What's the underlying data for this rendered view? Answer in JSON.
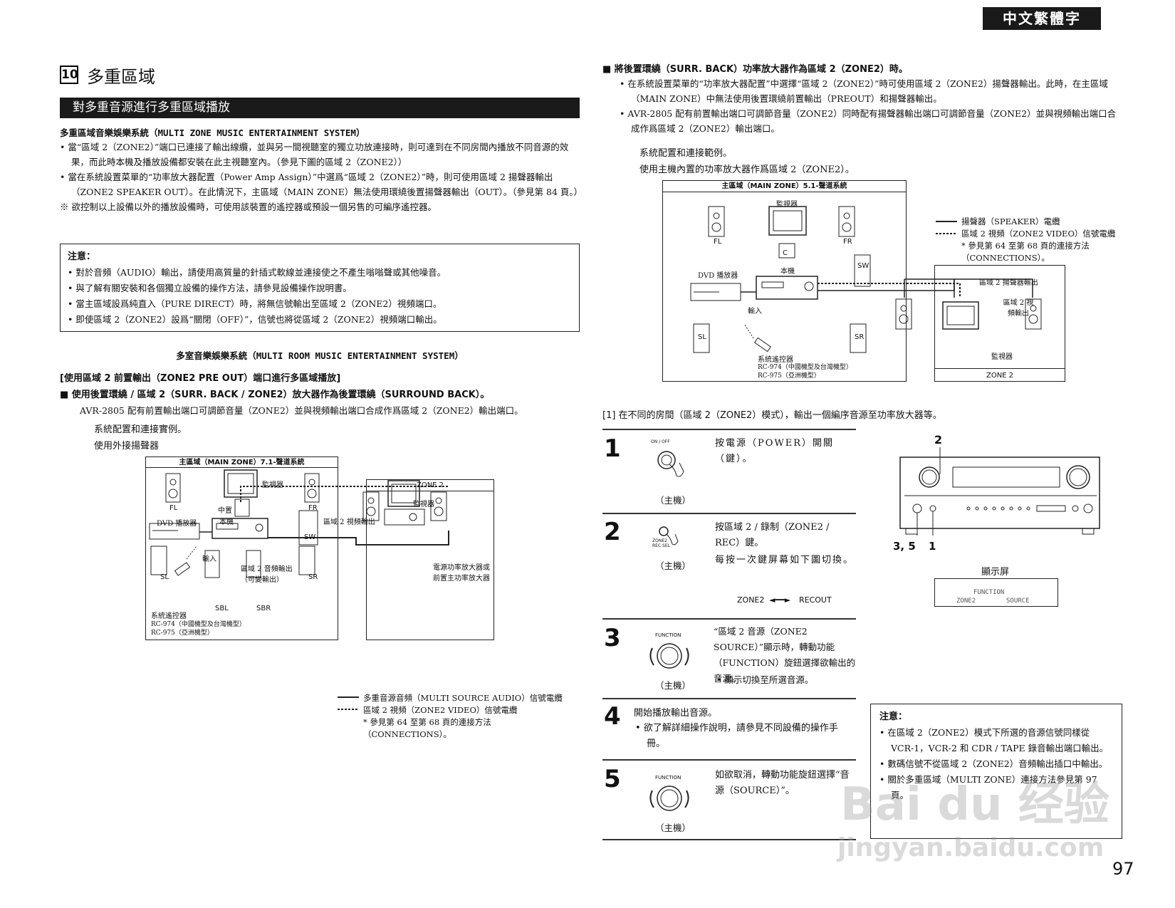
{
  "lang_tag": "中文繁體字",
  "page_number": "97",
  "section": {
    "number": "10",
    "title": "多重區域"
  },
  "bar_title": "對多重音源進行多重區域播放",
  "left": {
    "heading1": "多重區域音樂娛樂系統（MULTI ZONE MUSIC ENTERTAINMENT SYSTEM）",
    "bullets": [
      "當“區域 2（ZONE2）”端口已連接了輸出線纜，並與另一間視聽室的獨立功放連接時，則可達到在不同房間內播放不同音源的效果，而此時本機及播放設備都安裝在此主視聽室內。（參見下圖的區域 2（ZONE2））",
      "當在系統設置菜單的“功率放大器配置（Power Amp Assign）”中選爲“區域 2（ZONE2）”時，則可使用區域 2 揚聲器輸出（ZONE2 SPEAKER OUT）。在此情況下，主區域（MAIN ZONE）無法使用環繞後置揚聲器輸出（OUT）。（參見第 84 頁。）"
    ],
    "remark": "※ 欲控制以上設備以外的播放設備時，可使用該裝置的遙控器或預設一個另售的可編序遙控器。",
    "note_title": "注意：",
    "note_items": [
      "對於音頻（AUDIO）輸出，請使用高質量的針插式軟線並連接使之不產生嗡嗡聲或其他噪音。",
      "與了解有關安裝和各個獨立設備的操作方法，請參見設備操作說明書。",
      "當主區域設爲純直入（PURE DIRECT）時，將無信號輸出至區域 2（ZONE2）視頻端口。",
      "即使區域 2（ZONE2）設爲“關閉（OFF）”，信號也將從區域 2（ZONE2）視頻端口輸出。"
    ],
    "center_heading": "多室音樂娛樂系統（MULTI ROOM MUSIC ENTERTAINMENT SYSTEM）",
    "sub_heading": "[使用區域 2 前置輸出（ZONE2 PRE OUT）端口進行多區域播放]",
    "square_heading": "■ 使用後置環繞 / 區域 2（SURR. BACK / ZONE2）放大器作為後置環繞（SURROUND BACK）。",
    "square_text": "AVR-2805 配有前置輸出端口可調節音量（ZONE2）並與視頻輸出端口合成作爲區域 2（ZONE2）輸出端口。",
    "config_line1": "系統配置和連接實例。",
    "config_line2": "使用外接揚聲器",
    "diagram": {
      "main_title": "主區域（MAIN ZONE）7.1-聲道系統",
      "zone2_title": "ZONE 2",
      "monitor": "監視器",
      "fl": "FL",
      "fr": "FR",
      "center": "中置",
      "unit": "本機",
      "dvd": "DVD 播放器",
      "input": "輸入",
      "sw": "SW",
      "sl": "SL",
      "sr": "SR",
      "sbl": "SBL",
      "sbr": "SBR",
      "zone2_video_out": "區域 2 視頻輸出",
      "zone2_audio_out": "區域 2 音頻輸出（可變輸出）",
      "zone2_monitor": "監視器",
      "amp": "電源功率放大器或前置主功率放大器",
      "remote": "系統遙控器",
      "remote_models": [
        "RC-974（中國機型及台灣機型）",
        "RC-975（亞洲機型）"
      ]
    },
    "legend": [
      "多重音源音頻（MULTI SOURCE AUDIO）信號電纜",
      "區域 2 視頻（ZONE2 VIDEO）信號電纜",
      "* 參見第 64 至第 68 頁的連接方法（CONNECTIONS）。"
    ]
  },
  "right": {
    "square_heading": "■ 將後置環繞（SURR. BACK）功率放大器作為區域 2（ZONE2）時。",
    "bullets": [
      "在系統設置菜單的“功率放大器配置”中選擇“區域 2（ZONE2）”時可使用區域 2（ZONE2）揚聲器輸出。此時，在主區域（MAIN ZONE）中無法使用後置環繞前置輸出（PREOUT）和揚聲器輸出。",
      "AVR-2805 配有前置輸出端口可調節音量（ZONE2）同時配有揚聲器輸出端口可調節音量（ZONE2）並與視頻輸出端口合成作爲區域 2（ZONE2）輸出端口。"
    ],
    "config_line1": "系統配置和連接範例。",
    "config_line2": "使用主機內置的功率放大器作爲區域 2（ZONE2）。",
    "diagram": {
      "main_title": "主區域（MAIN ZONE）5.1-聲道系統",
      "monitor": "監視器",
      "fl": "FL",
      "fr": "FR",
      "c": "C",
      "unit": "本機",
      "dvd": "DVD 播放器",
      "input": "輸入",
      "sw": "SW",
      "sl": "SL",
      "sr": "SR",
      "remote": "系統遙控器",
      "remote_models": [
        "RC-974（中國機型及台灣機型）",
        "RC-975（亞洲機型）"
      ],
      "zone2_speaker_out": "區域 2 揚聲器輸出",
      "zone2_video_out": "區域 2 視頻輸出",
      "zone2_monitor": "監視器",
      "zone2_title": "ZONE 2"
    },
    "legend": [
      "揚聲器（SPEAKER）電纜",
      "區域 2 視頻（ZONE2 VIDEO）信號電纜",
      "* 參見第 64 至第 68 頁的連接方法（CONNECTIONS）。"
    ],
    "mode_heading": "[1] 在不同的房間（區域 2（ZONE2）模式），輸出一個編序音源至功率放大器等。",
    "steps": [
      {
        "num": "1",
        "icon_label": "ON / OFF",
        "caption": "（主機）",
        "text": "按電源（POWER）開關（鍵）。"
      },
      {
        "num": "2",
        "icon_label": "ZONE2 REC SEL",
        "caption": "（主機）",
        "text": "按區域 2 / 錄制（ZONE2 / REC）鍵。",
        "text2": "每按一次鍵屏幕如下圖切換。",
        "toggle": [
          "ZONE2",
          "RECOUT"
        ]
      },
      {
        "num": "3",
        "icon_label": "FUNCTION",
        "caption": "（主機）",
        "text": "“區域 2 音源（ZONE2 SOURCE）”顯示時，轉動功能（FUNCTION）旋鈕選擇欲輸出的音源。",
        "bullet": "顯示切換至所選音源。"
      },
      {
        "num": "4",
        "text": "開始播放輸出音源。",
        "bullet": "欲了解詳細操作說明，請參見不同設備的操作手冊。"
      },
      {
        "num": "5",
        "icon_label": "FUNCTION",
        "caption": "（主機）",
        "text": "如欲取消，轉動功能旋鈕選擇“音源（SOURCE）”。"
      }
    ],
    "receiver_labels": {
      "top": "2",
      "bottom_left": "3, 5",
      "bottom_right": "1"
    },
    "display_title": "顯示屏",
    "display_lines": [
      "FUNCTION",
      "ZONE2",
      "SOURCE"
    ],
    "note_title": "注意：",
    "note_items": [
      "在區域 2（ZONE2）模式下所選的音源信號同樣從 VCR-1，VCR-2 和 CDR / TAPE 錄音輸出端口輸出。",
      "數碼信號不從區域 2（ZONE2）音頻輸出插口中輸出。",
      "關於多重區域（MULTI ZONE）連接方法參見第 97 頁。"
    ]
  },
  "watermark": {
    "brand": "Bai du 经验",
    "url": "jingyan.baidu.com"
  }
}
